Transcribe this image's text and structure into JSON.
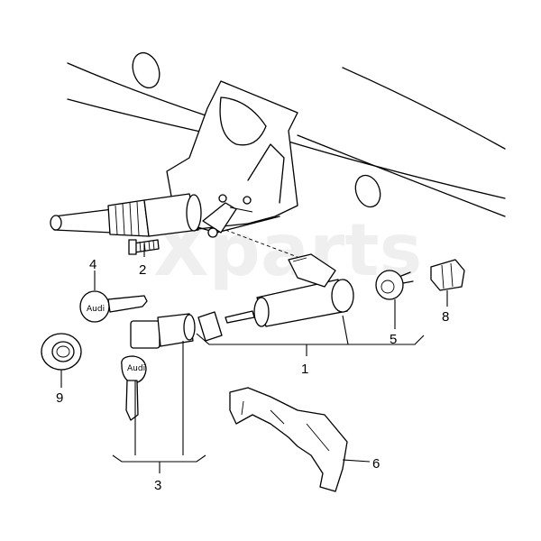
{
  "watermark": "Xparts",
  "key_brand": "Audi",
  "callouts": [
    {
      "id": "1",
      "label": "1"
    },
    {
      "id": "2",
      "label": "2"
    },
    {
      "id": "3",
      "label": "3"
    },
    {
      "id": "4",
      "label": "4"
    },
    {
      "id": "5",
      "label": "5"
    },
    {
      "id": "6",
      "label": "6"
    },
    {
      "id": "8",
      "label": "8"
    },
    {
      "id": "9",
      "label": "9"
    }
  ],
  "colors": {
    "line": "#000000",
    "background": "#ffffff"
  }
}
